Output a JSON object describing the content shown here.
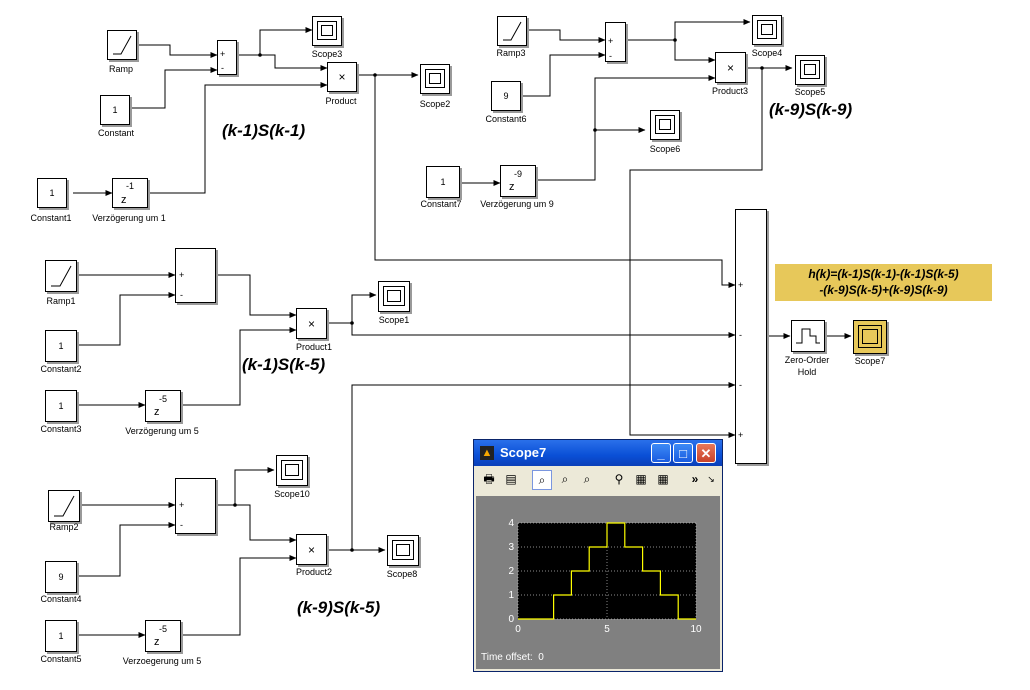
{
  "blocks": {
    "ramp": "Ramp",
    "constant": "Constant",
    "constant_val": "1",
    "constant1": "Constant1",
    "constant1_val": "1",
    "delay1": "Verzögerung um 1",
    "delay1_num": "-1",
    "product": "Product",
    "scope2": "Scope2",
    "scope3": "Scope3",
    "ramp3": "Ramp3",
    "constant6": "Constant6",
    "constant6_val": "9",
    "constant7": "Constant7",
    "constant7_val": "1",
    "delay9": "Verzögerung um 9",
    "delay9_num": "-9",
    "product3": "Product3",
    "scope4": "Scope4",
    "scope5": "Scope5",
    "scope6": "Scope6",
    "ramp1": "Ramp1",
    "constant2": "Constant2",
    "constant2_val": "1",
    "constant3": "Constant3",
    "constant3_val": "1",
    "delay5": "Verzögerung um 5",
    "delay5_num": "-5",
    "product1": "Product1",
    "scope1": "Scope1",
    "ramp2": "Ramp2",
    "constant4": "Constant4",
    "constant4_val": "9",
    "constant5": "Constant5",
    "constant5_val": "1",
    "delay5b": "Verzoegerung um 5",
    "delay5b_num": "-5",
    "product2": "Product2",
    "scope8": "Scope8",
    "scope10": "Scope10",
    "zoh": "Zero-Order\nHold",
    "scope7": "Scope7",
    "z": "z",
    "times": "×",
    "plus": "+",
    "minus": "-"
  },
  "annotations": {
    "a1": "(k-1)S(k-1)",
    "a2": "(k-9)S(k-9)",
    "a3": "(k-1)S(k-5)",
    "a4": "(k-9)S(k-5)",
    "formula_line1": "h(k)=(k-1)S(k-1)-(k-1)S(k-5)",
    "formula_line2": "-(k-9)S(k-5)+(k-9)S(k-9)"
  },
  "scope_window": {
    "title": "Scope7",
    "time_offset_label": "Time offset:",
    "time_offset_value": "0",
    "btn_min": "_",
    "btn_max": "□",
    "btn_close": "✕"
  },
  "colors": {
    "scope_bg": "#000000",
    "trace": "#ffff00",
    "formula_bg": "#e7c85a",
    "titlebar": "#0a4fd6"
  },
  "chart_data": {
    "type": "line",
    "x_ticks": [
      "0",
      "5",
      "10"
    ],
    "y_ticks": [
      "0",
      "1",
      "2",
      "3",
      "4"
    ],
    "xlim": [
      0,
      10
    ],
    "ylim": [
      0,
      4
    ],
    "grid": true,
    "series": [
      {
        "x": [
          0,
          2,
          2,
          3,
          3,
          4,
          4,
          5,
          5,
          6,
          6,
          7,
          7,
          8,
          8,
          9,
          9,
          10
        ],
        "y": [
          0,
          0,
          1,
          1,
          2,
          2,
          3,
          3,
          4,
          4,
          3,
          3,
          2,
          2,
          1,
          1,
          0,
          0
        ]
      }
    ]
  }
}
